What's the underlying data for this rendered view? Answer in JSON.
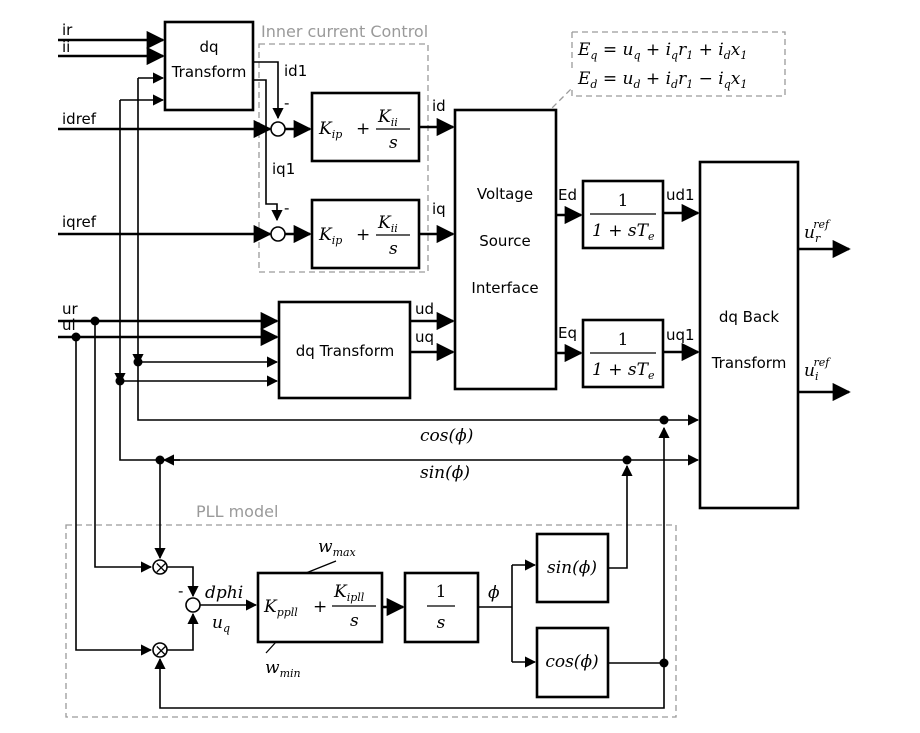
{
  "regions": {
    "inner_current_control": "Inner current Control",
    "pll_model": "PLL model"
  },
  "inputs": {
    "ir": "ir",
    "ii": "ii",
    "idref": "idref",
    "iqref": "iqref",
    "ur": "ur",
    "ui": "ui"
  },
  "blocks": {
    "dq_transform_top_line1": "dq",
    "dq_transform_top_line2": "Transform",
    "dq_transform_mid": "dq  Transform",
    "voltage_source_line1": "Voltage",
    "voltage_source_line2": "Source",
    "voltage_source_line3": "Interface",
    "dq_back_line1": "dq Back",
    "dq_back_line2": "Transform"
  },
  "pi_current": {
    "k_ip": "K",
    "k_ip_sub": "ip",
    "plus": "+",
    "k_ii": "K",
    "k_ii_sub": "ii",
    "s": "s"
  },
  "lag": {
    "one": "1",
    "den": "1 + sT",
    "den_sub": "e"
  },
  "pll": {
    "k_ppll": "K",
    "k_ppll_sub": "ppll",
    "plus": "+",
    "k_ipll": "K",
    "k_ipll_sub": "ipll",
    "s": "s",
    "w_max": "w",
    "w_max_sub": "max",
    "w_min": "w",
    "w_min_sub": "min",
    "int_one": "1",
    "int_s": "s",
    "sin_block": "sin(ϕ)",
    "cos_block": "cos(ϕ)",
    "dphi": "dphi",
    "uq": "u",
    "uq_sub": "q",
    "phi": "ϕ"
  },
  "signals": {
    "id1": "id1",
    "iq1": "iq1",
    "id": "id",
    "iq": "iq",
    "ud": "ud",
    "uq": "uq",
    "Ed": "Ed",
    "Eq": "Eq",
    "ud1": "ud1",
    "uq1": "uq1",
    "cos_phi": "cos(ϕ)",
    "sin_phi": "sin(ϕ)",
    "minus": "-"
  },
  "outputs": {
    "ur_ref_base": "u",
    "ur_ref_sub": "r",
    "ui_ref_base": "u",
    "ui_ref_sub": "i",
    "ref_sup": "ref"
  },
  "equations": {
    "eq_line": "E_q = u_q + i_q r_1 + i_d x_1",
    "ed_line": "E_d = u_d + i_d r_1 − i_q x_1"
  }
}
